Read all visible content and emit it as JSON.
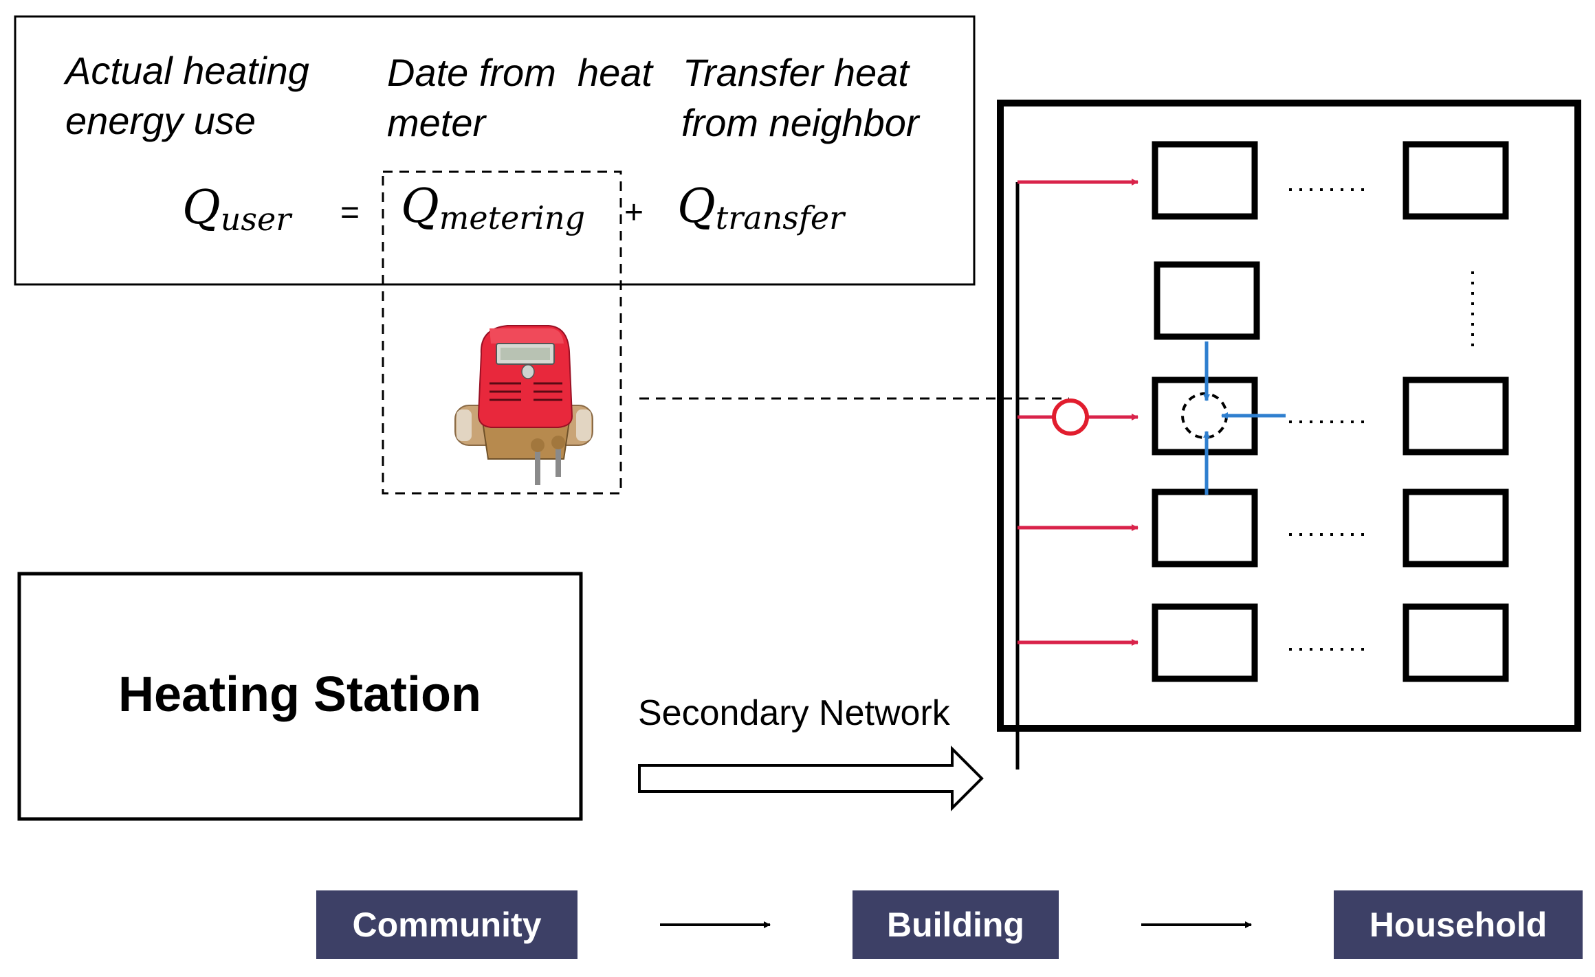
{
  "formula_box": {
    "label_actual_line1": "Actual heating",
    "label_actual_line2": "energy use",
    "label_meter_line1": "Date from  heat",
    "label_meter_line2": "meter",
    "label_transfer_line1": "Transfer heat",
    "label_transfer_line2": "from neighbor",
    "q_symbol": "Q",
    "sub_user": "user",
    "sub_metering": "metering",
    "sub_transfer": "transfer",
    "equals": "=",
    "plus": "+"
  },
  "heating_station": {
    "label": "Heating Station"
  },
  "network": {
    "label": "Secondary Network"
  },
  "hierarchy": {
    "items": [
      "Community",
      "Building",
      "Household"
    ],
    "badge_color": "#3d4066"
  },
  "colors": {
    "supply_arrow": "#d9234a",
    "transfer_arrow": "#2f7fcf",
    "meter_body": "#e8283c"
  },
  "icons": {
    "heat_meter": "heat-meter-icon",
    "meter_marker": "meter-position-circle-icon"
  }
}
